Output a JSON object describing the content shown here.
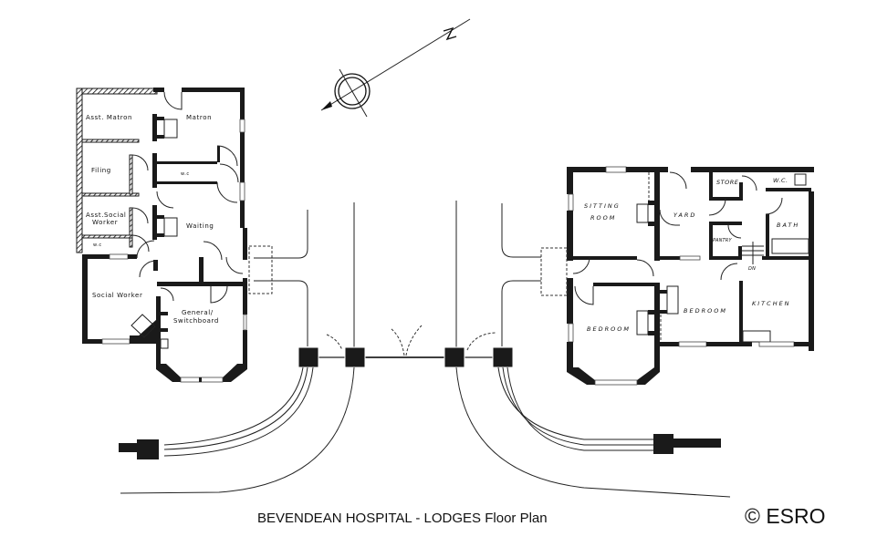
{
  "title": "BEVENDEAN HOSPITAL - LODGES Floor Plan",
  "copyright": "© ESRO",
  "north_arrow": {
    "label": "N"
  },
  "left_lodge": {
    "rooms": [
      {
        "id": "asst-matron",
        "label": "Asst. Matron"
      },
      {
        "id": "matron",
        "label": "Matron"
      },
      {
        "id": "filing",
        "label": "Filing"
      },
      {
        "id": "wc-upper",
        "label": "w.c"
      },
      {
        "id": "asst-social-worker-1",
        "label": "Asst.Social"
      },
      {
        "id": "asst-social-worker-2",
        "label": "Worker"
      },
      {
        "id": "waiting",
        "label": "Waiting"
      },
      {
        "id": "wc-lower",
        "label": "w.c"
      },
      {
        "id": "social-worker",
        "label": "Social Worker"
      },
      {
        "id": "general-switchboard-1",
        "label": "General/"
      },
      {
        "id": "general-switchboard-2",
        "label": "Switchboard"
      }
    ]
  },
  "right_lodge": {
    "rooms": [
      {
        "id": "sitting-room-1",
        "label": "SITTING"
      },
      {
        "id": "sitting-room-2",
        "label": "ROOM"
      },
      {
        "id": "yard",
        "label": "YARD"
      },
      {
        "id": "store",
        "label": "STORE"
      },
      {
        "id": "wc",
        "label": "W.C."
      },
      {
        "id": "pantry",
        "label": "PANTRY"
      },
      {
        "id": "bath",
        "label": "BATH"
      },
      {
        "id": "dn",
        "label": "DN"
      },
      {
        "id": "bedroom-1",
        "label": "BEDROOM"
      },
      {
        "id": "bedroom-2",
        "label": "BEDROOM"
      },
      {
        "id": "kitchen",
        "label": "KITCHEN"
      }
    ]
  }
}
